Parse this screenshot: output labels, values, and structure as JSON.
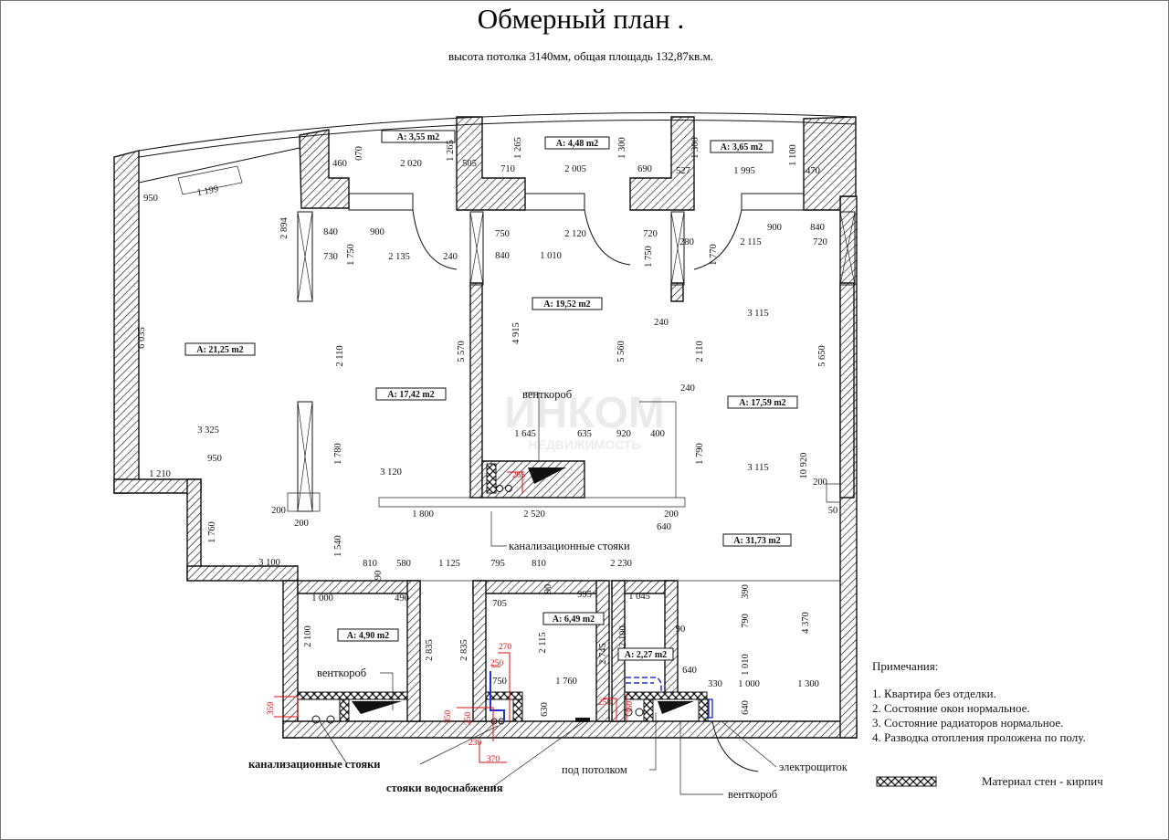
{
  "title": "Обмерный план .",
  "subtitle": "высота потолка 3140мм, общая площадь  132,87кв.м.",
  "watermark": "ИНКОМ",
  "watermark_sub": "НЕДВИЖИМОСТЬ",
  "rooms": [
    "A: 3,55 m2",
    "A: 4,48 m2",
    "A: 3,65 m2",
    "A: 21,25 m2",
    "A: 17,42 m2",
    "A: 19,52 m2",
    "A: 17,59 m2",
    "A: 31,73 m2",
    "A: 4,90 m2",
    "A: 6,49 m2",
    "A: 2,27 m2"
  ],
  "dimensions_horizontal": [
    "460",
    "2 020",
    "505",
    "710",
    "2 005",
    "690",
    "527",
    "1 995",
    "470",
    "950",
    "840",
    "900",
    "730",
    "2 135",
    "240",
    "750",
    "2 120",
    "720",
    "840",
    "1 010",
    "280",
    "2 115",
    "900",
    "840",
    "720",
    "240",
    "3 115",
    "240",
    "3 325",
    "1 645",
    "635",
    "920",
    "400",
    "950",
    "1 210",
    "3 120",
    "3 115",
    "200",
    "200",
    "1 800",
    "2 520",
    "200",
    "640",
    "3 100",
    "810",
    "580",
    "1 125",
    "795",
    "810",
    "2 230",
    "1 000",
    "490",
    "705",
    "995",
    "1 045",
    "640",
    "330",
    "1 000",
    "1 300",
    "750",
    "1 760",
    "200",
    "50",
    "90"
  ],
  "dimensions_vertical": [
    "070",
    "1 265",
    "1 265",
    "1 300",
    "1 300",
    "1 100",
    "2 894",
    "1 750",
    "1 750",
    "1 770",
    "6 035",
    "2 110",
    "5 570",
    "4 915",
    "5 560",
    "2 110",
    "5 650",
    "1 780",
    "1 790",
    "10 920",
    "1 760",
    "1 540",
    "90",
    "90",
    "2 100",
    "2 835",
    "2 835",
    "2 115",
    "2 745",
    "2 100",
    "630",
    "390",
    "790",
    "1 010",
    "640",
    "4 370"
  ],
  "dimensions_slanted": [
    "1 199"
  ],
  "red_dimensions": [
    "270",
    "250",
    "230",
    "370",
    "258",
    "265"
  ],
  "red_dimensions_vertical": [
    "350",
    "250",
    "359",
    "350"
  ],
  "annotations": {
    "ventkorob_1": "венткороб",
    "ventkorob_2": "венткороб",
    "ventkorob_3": "венткороб",
    "kanal_1": "канализационные стояки",
    "kanal_2": "канализационные стояки",
    "water": "стояки водоснабжения",
    "ceiling": "под потолком",
    "panel": "электрощиток"
  },
  "notes": {
    "heading": "Примечания:",
    "items": [
      "1. Квартира без отделки.",
      "2. Состояние окон нормальное.",
      "3. Состояние радиаторов нормальное.",
      "4. Разводка отопления проложена по полу."
    ]
  },
  "legend": {
    "label": "Материал стен - кирпич"
  },
  "colors": {
    "line": "#111111",
    "red": "#dd1111",
    "blue": "#2233cc"
  }
}
